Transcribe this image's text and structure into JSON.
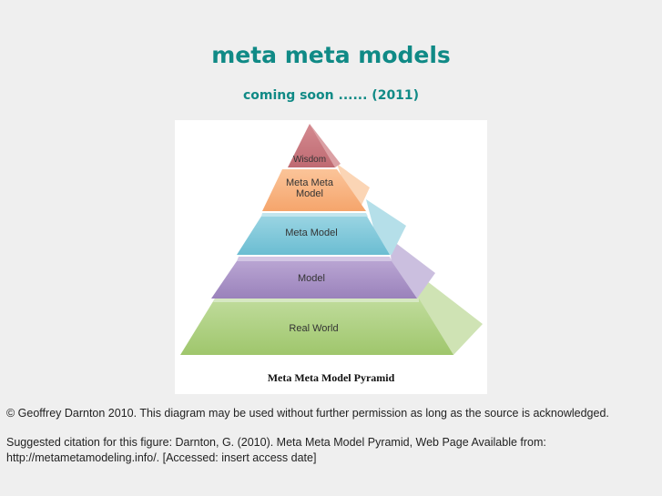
{
  "header": {
    "title": "meta meta models",
    "subtitle": "coming soon ...... (2011)"
  },
  "figure": {
    "caption": "Meta Meta Model Pyramid",
    "layers": [
      {
        "label": "Wisdom",
        "color": "#c9737a"
      },
      {
        "label_line1": "Meta Meta",
        "label_line2": "Model",
        "color": "#f7b07a"
      },
      {
        "label": "Meta Model",
        "color": "#7ec6d8"
      },
      {
        "label": "Model",
        "color": "#a58ec2"
      },
      {
        "label": "Real World",
        "color": "#a9cd79"
      }
    ]
  },
  "footer": {
    "copyright": "© Geoffrey Darnton 2010. This diagram may be used without further permission as long as the source is acknowledged.",
    "citation_line1": "Suggested citation for this figure: Darnton, G. (2010). Meta Meta Model Pyramid, Web Page Available from:",
    "citation_line2": "http://metametamodeling.info/. [Accessed: insert access date]"
  },
  "colors": {
    "accent": "#108a86",
    "background": "#efefef"
  }
}
